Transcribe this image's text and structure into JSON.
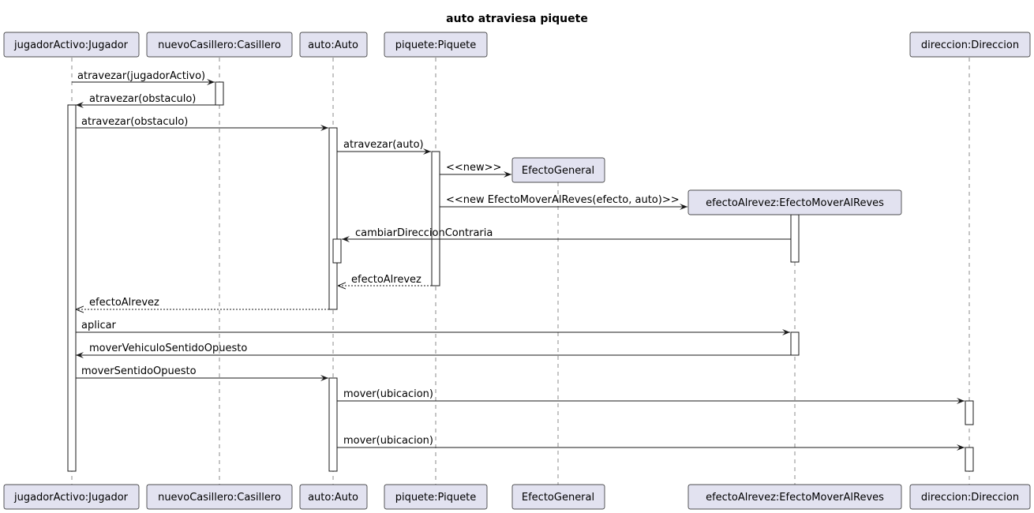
{
  "title": "auto atraviesa piquete",
  "participants": {
    "jugador": "jugadorActivo:Jugador",
    "casillero": "nuevoCasillero:Casillero",
    "auto": "auto:Auto",
    "piquete": "piquete:Piquete",
    "efectoGeneral": "EfectoGeneral",
    "efectoAlrevez": "efectoAlrevez:EfectoMoverAlReves",
    "direccion": "direccion:Direccion"
  },
  "messages": [
    {
      "label": "atravezar(jugadorActivo)",
      "from": "jugador",
      "to": "casillero",
      "kind": "call"
    },
    {
      "label": "atravezar(obstaculo)",
      "from": "casillero",
      "to": "jugador",
      "kind": "call"
    },
    {
      "label": "atravezar(obstaculo)",
      "from": "jugador",
      "to": "auto",
      "kind": "call"
    },
    {
      "label": "atravezar(auto)",
      "from": "auto",
      "to": "piquete",
      "kind": "call"
    },
    {
      "label": "<<new>>",
      "from": "piquete",
      "to": "efectoGeneral",
      "kind": "create"
    },
    {
      "label": "<<new EfectoMoverAlReves(efecto, auto)>>",
      "from": "piquete",
      "to": "efectoAlrevez",
      "kind": "create"
    },
    {
      "label": "cambiarDireccionContraria",
      "from": "efectoAlrevez",
      "to": "auto",
      "kind": "call"
    },
    {
      "label": "efectoAlrevez",
      "from": "piquete",
      "to": "auto",
      "kind": "return"
    },
    {
      "label": "efectoAlrevez",
      "from": "auto",
      "to": "jugador",
      "kind": "return"
    },
    {
      "label": "aplicar",
      "from": "jugador",
      "to": "efectoAlrevez",
      "kind": "call"
    },
    {
      "label": "moverVehiculoSentidoOpuesto",
      "from": "efectoAlrevez",
      "to": "jugador",
      "kind": "call"
    },
    {
      "label": "moverSentidoOpuesto",
      "from": "jugador",
      "to": "auto",
      "kind": "call"
    },
    {
      "label": "mover(ubicacion)",
      "from": "auto",
      "to": "direccion",
      "kind": "call"
    },
    {
      "label": "mover(ubicacion)",
      "from": "auto",
      "to": "direccion",
      "kind": "call"
    }
  ]
}
